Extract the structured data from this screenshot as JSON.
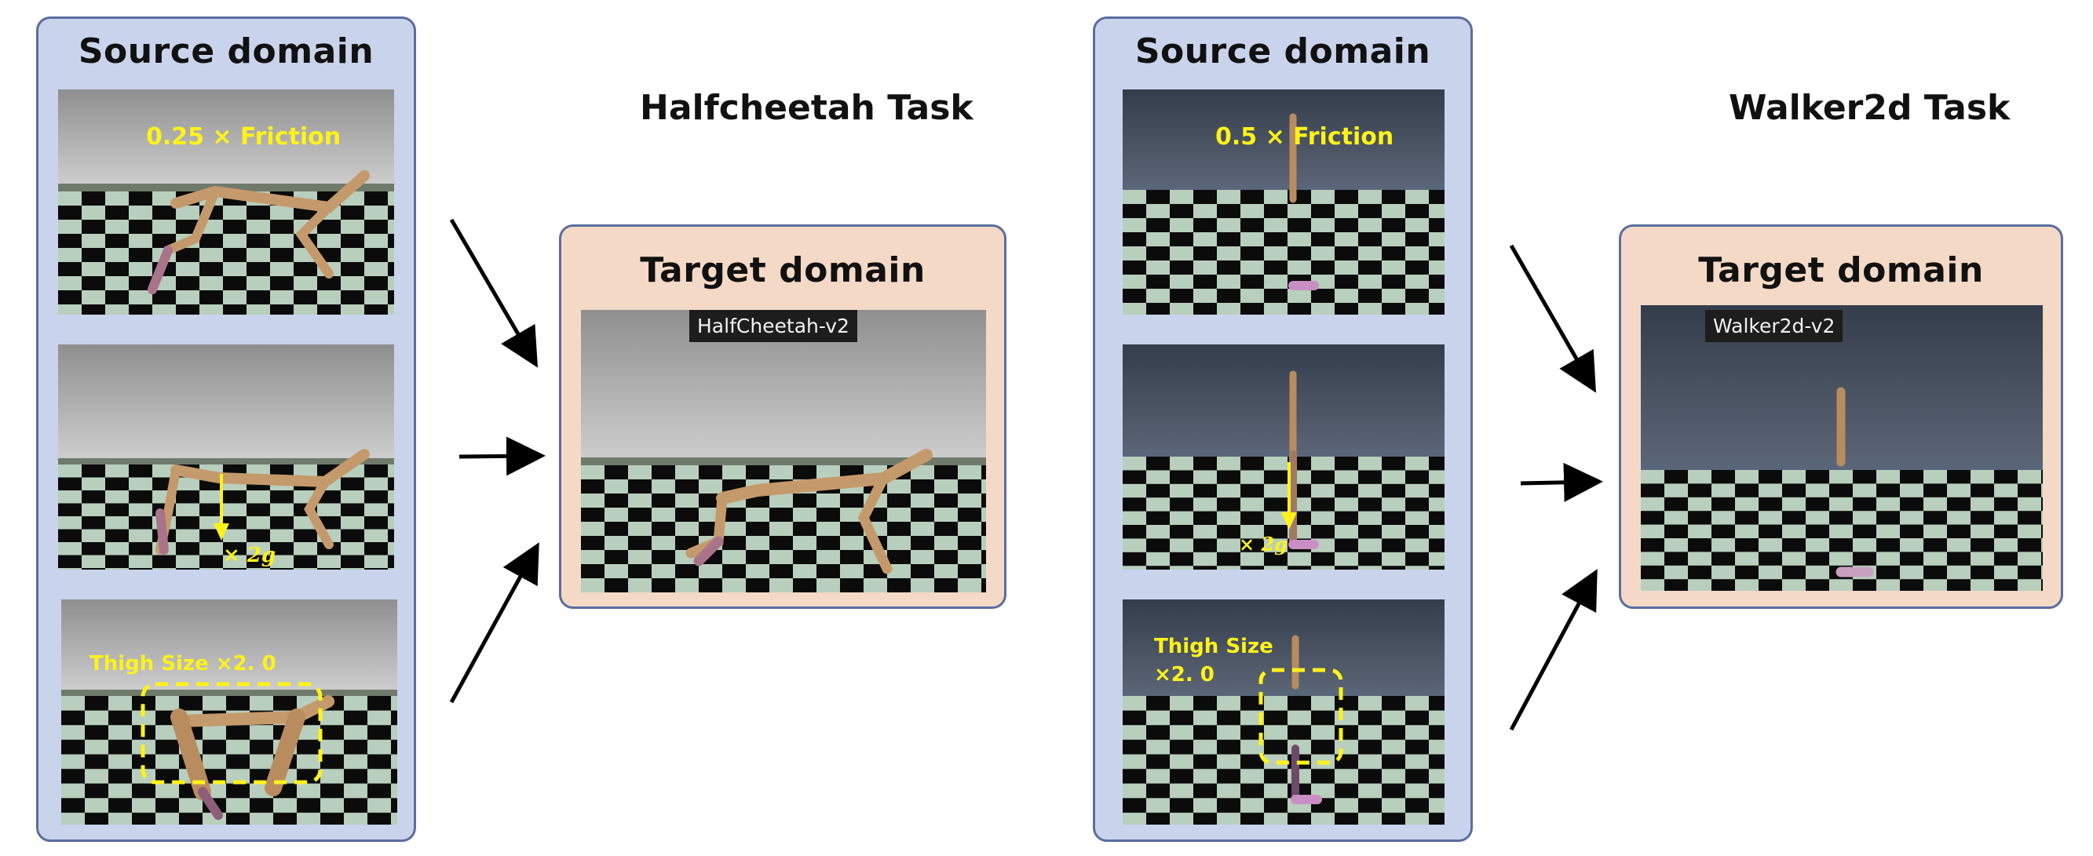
{
  "halfcheetah": {
    "task_title": "Halfcheetah Task",
    "source_title": "Source domain",
    "target_title": "Target domain",
    "friction_label": "0.25 × Friction",
    "gravity_label": "× 2g",
    "thigh_label": "Thigh Size ×2. 0",
    "env_name": "HalfCheetah-v2"
  },
  "walker": {
    "task_title": "Walker2d Task",
    "source_title": "Source domain",
    "target_title": "Target domain",
    "friction_label": "0.5 × Friction",
    "gravity_label": "× 2g",
    "thigh_label_line1": "Thigh Size",
    "thigh_label_line2": "×2. 0",
    "env_name": "Walker2d-v2"
  },
  "colors": {
    "source_panel": "#c9d4ec",
    "target_panel": "#f4d9c6",
    "panel_border": "#5a6d9e",
    "annotation_yellow": "#fff21a"
  }
}
